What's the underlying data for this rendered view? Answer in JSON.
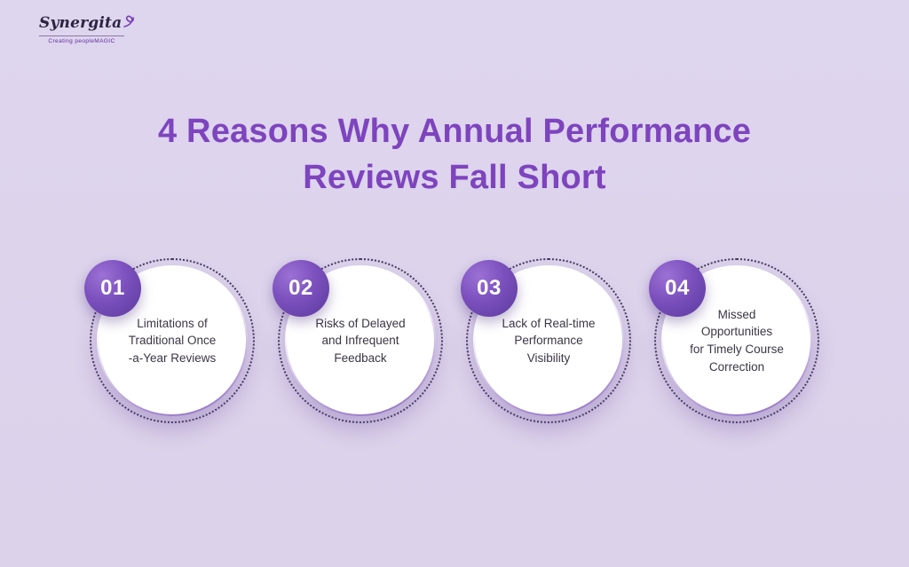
{
  "brand": {
    "name": "Synergita",
    "tagline": "Creating peopleMAGIC"
  },
  "title": {
    "text": "4 Reasons Why Annual Performance\nReviews Fall Short"
  },
  "reasons": [
    {
      "number": "01",
      "text": "Limitations of\nTraditional Once\n-a-Year Reviews"
    },
    {
      "number": "02",
      "text": "Risks of Delayed\nand Infrequent\nFeedback"
    },
    {
      "number": "03",
      "text": "Lack of Real-time\nPerformance\nVisibility"
    },
    {
      "number": "04",
      "text": "Missed\nOpportunities\nfor Timely Course\nCorrection"
    }
  ],
  "colors": {
    "background": "#ddd4ec",
    "title_purple": "#7e44be",
    "badge_gradient_start": "#9b71d5",
    "badge_gradient_end": "#5a3a9d",
    "dotted_ring": "#453a5e",
    "body_text": "#3b3644"
  }
}
